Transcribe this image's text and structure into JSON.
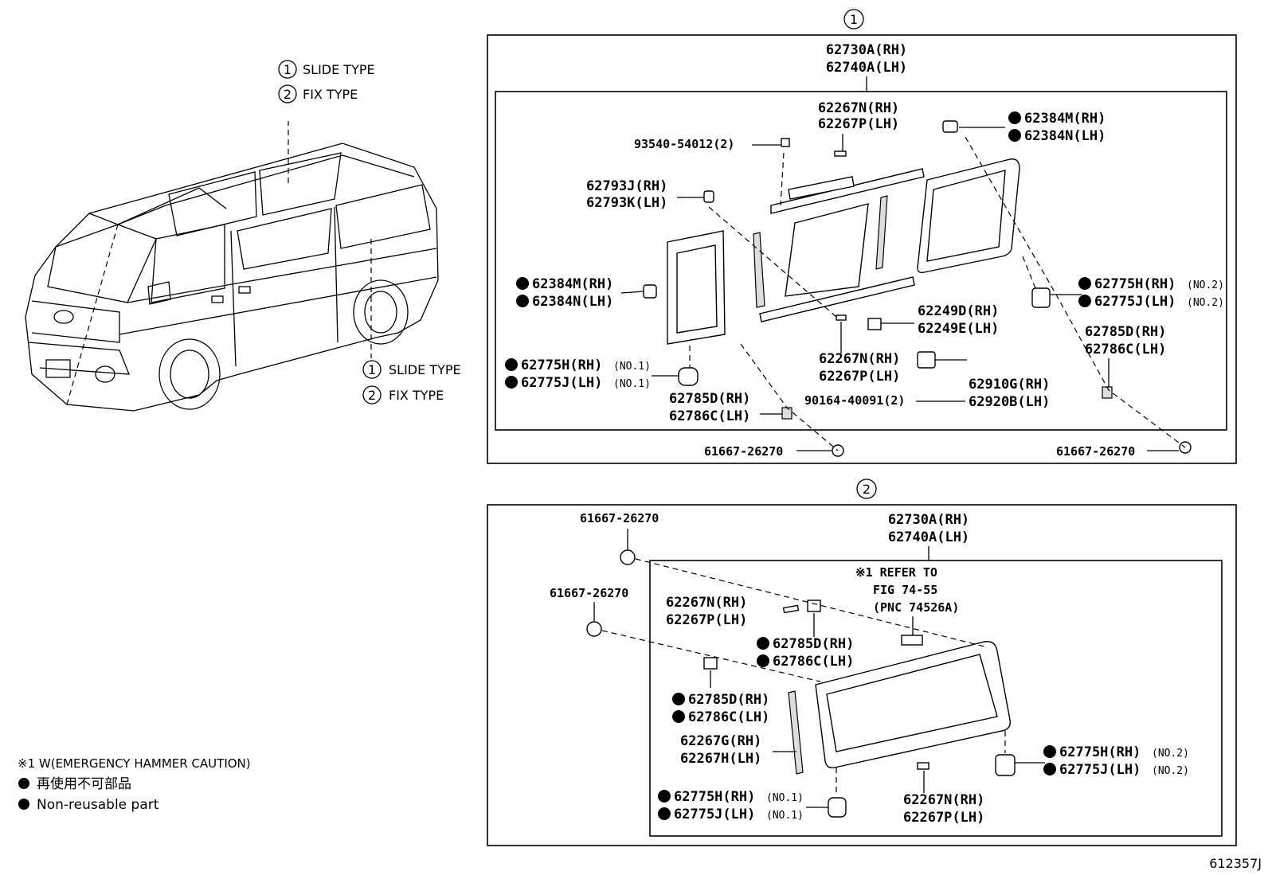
{
  "van_labels": {
    "top_slide": "SLIDE TYPE",
    "top_fix": "FIX TYPE",
    "side_slide": "SLIDE TYPE",
    "side_fix": "FIX TYPE",
    "num1": "1",
    "num2": "2"
  },
  "legend": {
    "note": "※1 W(EMERGENCY HAMMER CAUTION)",
    "jp": "再使用不可部品",
    "en": "Non-reusable part"
  },
  "section1": {
    "number": "1",
    "assy_rh": "62730A(RH)",
    "assy_lh": "62740A(LH)",
    "p_62267n_top_rh": "62267N(RH)",
    "p_62267n_top_lh": "62267P(LH)",
    "p_93540": "93540-54012(2)",
    "p_62384m_tr_rh": "62384M(RH)",
    "p_62384m_tr_lh": "62384N(LH)",
    "p_62793_rh": "62793J(RH)",
    "p_62793_lh": "62793K(LH)",
    "p_62384m_l_rh": "62384M(RH)",
    "p_62384m_l_lh": "62384N(LH)",
    "p_62775_l_rh": "62775H(RH)",
    "p_62775_l_lh": "62775J(LH)",
    "no1": "(NO.1)",
    "p_62785_l_rh": "62785D(RH)",
    "p_62785_l_lh": "62786C(LH)",
    "p_62249_rh": "62249D(RH)",
    "p_62249_lh": "62249E(LH)",
    "p_62267n_mid_rh": "62267N(RH)",
    "p_62267n_mid_lh": "62267P(LH)",
    "p_62910_rh": "62910G(RH)",
    "p_62920_lh": "62920B(LH)",
    "p_90164": "90164-40091(2)",
    "p_62775_r_rh": "62775H(RH)",
    "p_62775_r_lh": "62775J(LH)",
    "no2": "(NO.2)",
    "p_62785_r_rh": "62785D(RH)",
    "p_62785_r_lh": "62786C(LH)",
    "p_61667_a": "61667-26270",
    "p_61667_b": "61667-26270"
  },
  "section2": {
    "number": "2",
    "assy_rh": "62730A(RH)",
    "assy_lh": "62740A(LH)",
    "p_61667_a": "61667-26270",
    "p_61667_b": "61667-26270",
    "refer_1": "※1 REFER TO",
    "refer_2": "FIG 74-55",
    "refer_3": "(PNC 74526A)",
    "p_62267n_top_rh": "62267N(RH)",
    "p_62267n_top_lh": "62267P(LH)",
    "p_62785_a_rh": "62785D(RH)",
    "p_62785_a_lh": "62786C(LH)",
    "p_62785_b_rh": "62785D(RH)",
    "p_62785_b_lh": "62786C(LH)",
    "p_62267g_rh": "62267G(RH)",
    "p_62267g_lh": "62267H(LH)",
    "p_62775_l_rh": "62775H(RH)",
    "p_62775_l_lh": "62775J(LH)",
    "no1": "(NO.1)",
    "p_62267n_bot_rh": "62267N(RH)",
    "p_62267n_bot_lh": "62267P(LH)",
    "p_62775_r_rh": "62775H(RH)",
    "p_62775_r_lh": "62775J(LH)",
    "no2": "(NO.2)"
  },
  "figure_id": "612357J"
}
